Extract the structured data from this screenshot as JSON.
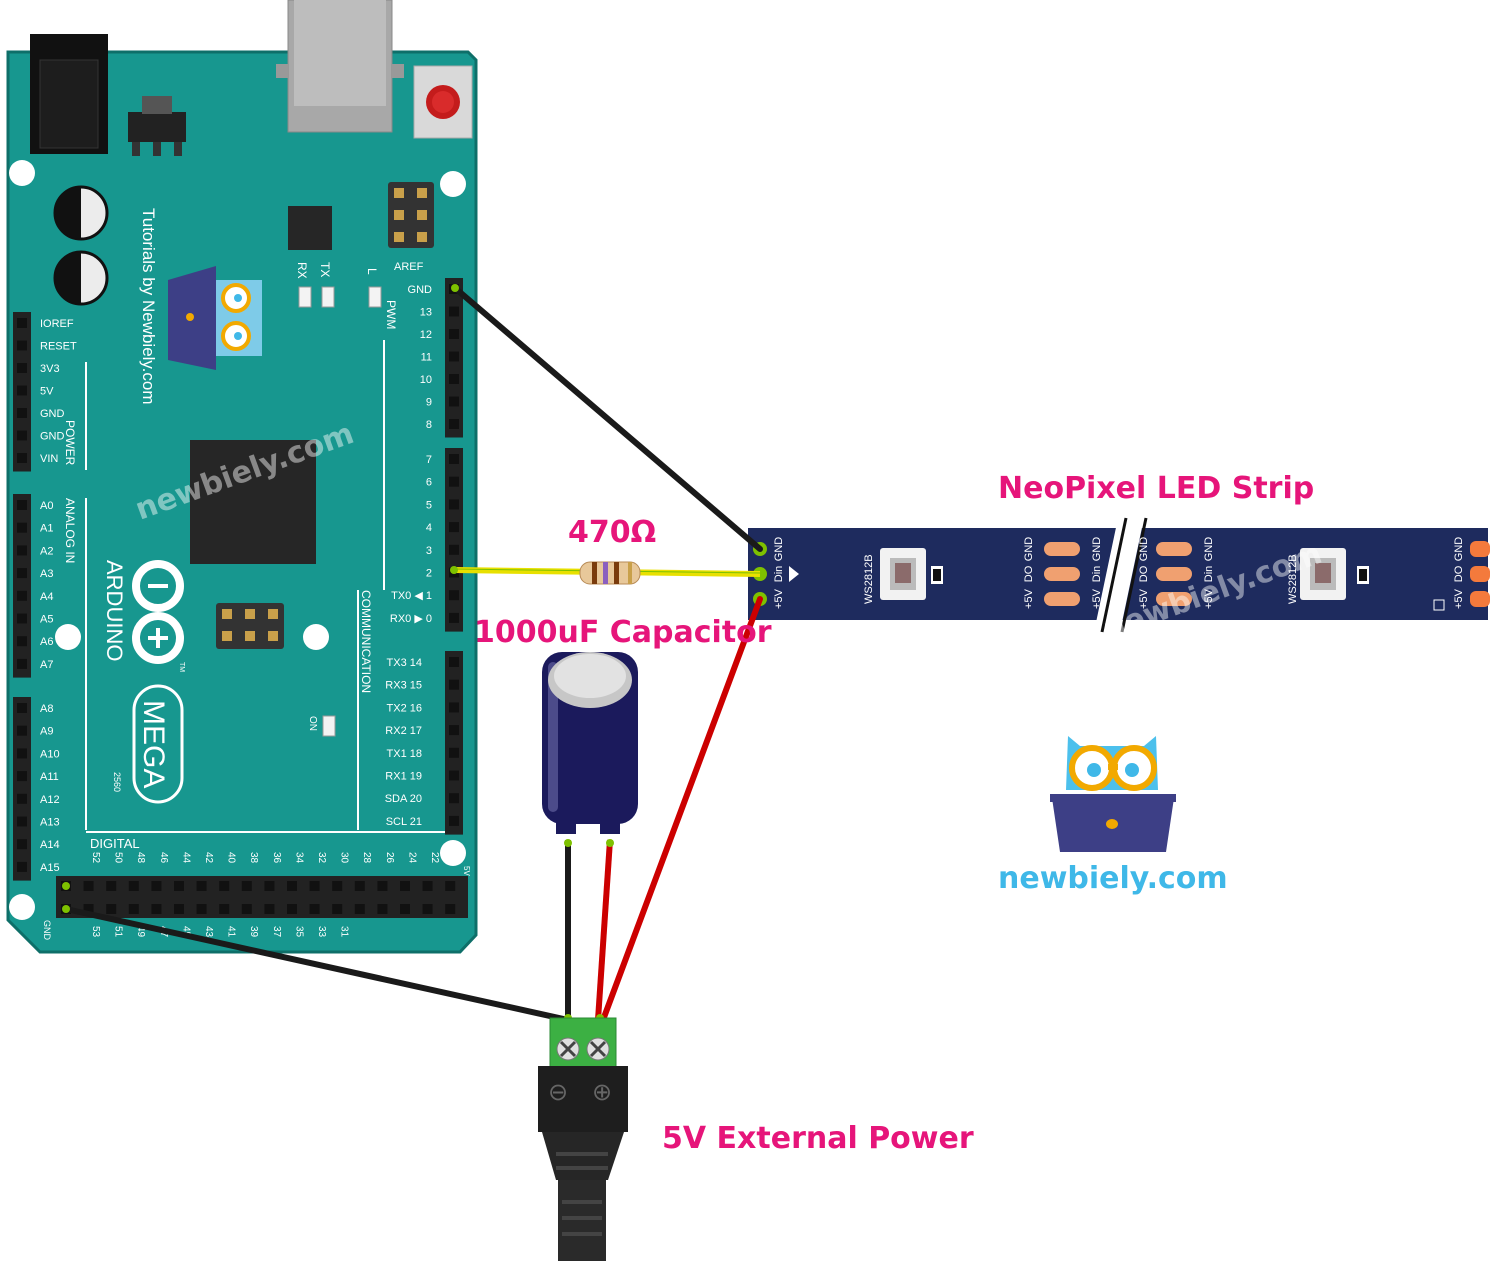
{
  "labels": {
    "strip": "NeoPixel LED Strip",
    "resistor": "470Ω",
    "capacitor": "1000uF Capacitor",
    "power": "5V External Power"
  },
  "brand": {
    "site": "newbiely.com",
    "watermark": "newbiely.com"
  },
  "board": {
    "name": "ARDUINO",
    "model": "MEGA",
    "model_code": "2560",
    "tutorials": "Tutorials by Newbiely.com",
    "tm": "TM",
    "aref": "AREF",
    "tx": "TX",
    "rx": "RX",
    "l": "L",
    "on": "ON",
    "pwm": "PWM",
    "power_group": "POWER",
    "analog_group": "ANALOG IN",
    "digital_group": "DIGITAL",
    "communication_group": "COMMUNICATION",
    "five_v": "5V",
    "gnd_bottom": "GND",
    "power_pins": [
      "IOREF",
      "RESET",
      "3V3",
      "5V",
      "GND",
      "GND",
      "VIN"
    ],
    "analog_pins_a": [
      "A0",
      "A1",
      "A2",
      "A3",
      "A4",
      "A5",
      "A6",
      "A7"
    ],
    "analog_pins_b": [
      "A8",
      "A9",
      "A10",
      "A11",
      "A12",
      "A13",
      "A14",
      "A15"
    ],
    "pwm_pins_top": [
      "GND",
      "13",
      "12",
      "11",
      "10",
      "9",
      "8"
    ],
    "pwm_pins_mid": [
      "7",
      "6",
      "5",
      "4",
      "3",
      "2",
      "TX0  ◀ 1",
      "RX0  ▶ 0"
    ],
    "comm_pins": [
      "TX3 14",
      "RX3 15",
      "TX2 16",
      "RX2 17",
      "TX1 18",
      "RX1 19",
      "SDA 20",
      "SCL 21"
    ],
    "digital_top": [
      "52",
      "50",
      "48",
      "46",
      "44",
      "42",
      "40",
      "38",
      "36",
      "34",
      "32",
      "30",
      "28",
      "26",
      "24",
      "22"
    ],
    "digital_bottom": [
      "53",
      "51",
      "49",
      "47",
      "45",
      "43",
      "41",
      "39",
      "37",
      "35",
      "33",
      "31"
    ]
  },
  "strip": {
    "chip": "WS2812B",
    "pins_left": [
      "GND",
      "Din",
      "+5V"
    ],
    "pins_mid_a": [
      "GND",
      "DO",
      "+5V"
    ],
    "pins_mid_b": [
      "GND",
      "Din",
      "+5V"
    ],
    "pins_mid_c": [
      "GND",
      "DO",
      "+5V"
    ],
    "pins_mid_d": [
      "GND",
      "Din",
      "+5V"
    ],
    "pins_right": [
      "GND",
      "DO",
      "+5V"
    ]
  },
  "jack": {
    "minus": "⊖",
    "plus": "⊕"
  },
  "colors": {
    "board": "#17978f",
    "board_edge": "#0e6f69",
    "strip": "#1e2b5e",
    "accent_label": "#e6157a",
    "brand": "#3fb8e8",
    "wire_black": "#1a1a1a",
    "wire_red": "#cc0000",
    "wire_yellow": "#e8e000",
    "terminal_green": "#3cb043"
  }
}
